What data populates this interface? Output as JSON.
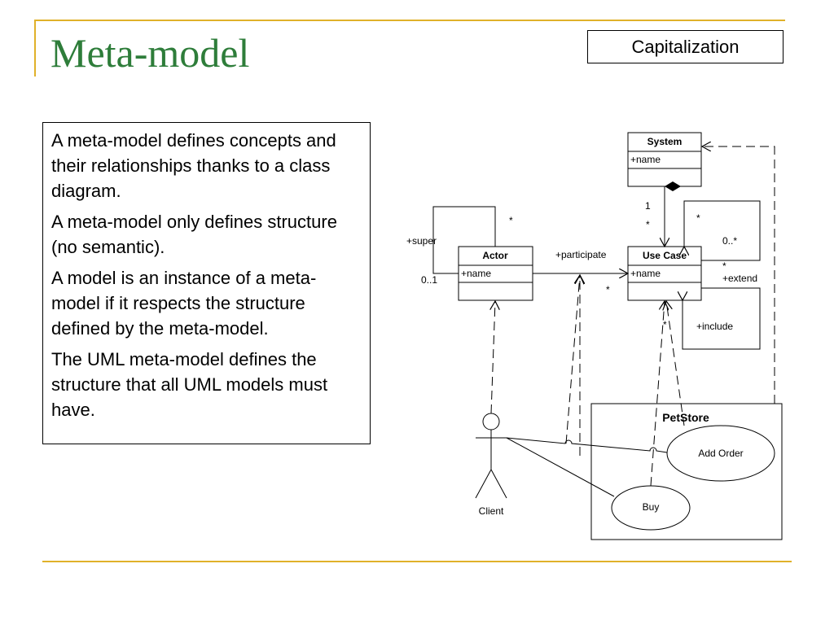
{
  "slide": {
    "title": "Meta-model",
    "badge": "Capitalization",
    "paragraphs": [
      "A meta-model defines concepts and their relationships thanks to a class diagram.",
      "A meta-model only defines structure (no semantic).",
      "A model is an instance of a meta-model if it respects the structure defined by the meta-model.",
      "The UML meta-model defines the structure that all UML models must have."
    ]
  },
  "diagram": {
    "classes": {
      "system": {
        "name": "System",
        "attribute": "+name"
      },
      "actor": {
        "name": "Actor",
        "attribute": "+name"
      },
      "use_case": {
        "name": "Use Case",
        "attribute": "+name"
      }
    },
    "labels": {
      "super": "+super",
      "super_mult_many": "*",
      "super_mult_zero_one": "0..1",
      "participate": "+participate",
      "participate_mult": "*",
      "composition_one": "1",
      "composition_many": "*",
      "extend_many_top": "*",
      "extend_zero_many": "0..*",
      "extend_many_bottom": "*",
      "extend": "+extend",
      "include": "+include",
      "include_mult": "*"
    },
    "model": {
      "system_name": "PetStore",
      "actor": "Client",
      "use_cases": [
        "Add Order",
        "Buy"
      ]
    }
  }
}
